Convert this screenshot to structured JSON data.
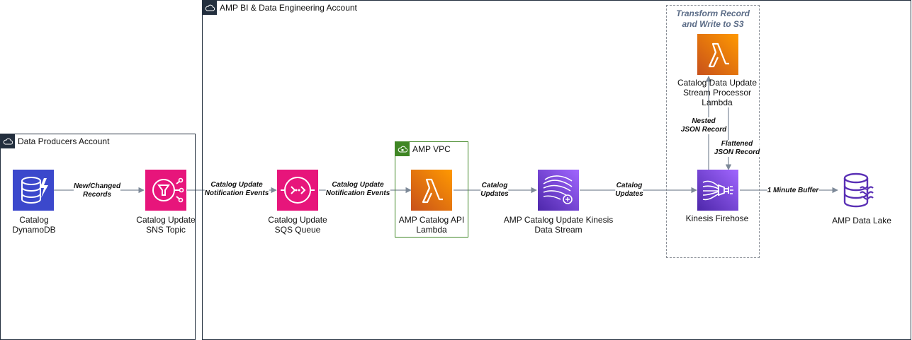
{
  "groups": {
    "producers": {
      "label": "Data Producers Account"
    },
    "bi": {
      "label": "AMP BI & Data Engineering Account"
    },
    "vpc": {
      "label": "AMP VPC"
    },
    "transform": {
      "title_line1": "Transform Record",
      "title_line2": "and Write to S3"
    }
  },
  "nodes": {
    "dynamodb": {
      "line1": "Catalog",
      "line2": "DynamoDB",
      "icon": "dynamodb-icon",
      "color": "#3b48cc"
    },
    "sns": {
      "line1": "Catalog Update",
      "line2": "SNS Topic",
      "icon": "sns-icon",
      "color": "#e7157b"
    },
    "sqs": {
      "line1": "Catalog Update",
      "line2": "SQS Queue",
      "icon": "sqs-icon",
      "color": "#e7157b"
    },
    "api_lambda": {
      "line1": "AMP Catalog API",
      "line2": "Lambda",
      "icon": "lambda-icon",
      "color": "#ed7100"
    },
    "kinesis": {
      "line1": "AMP Catalog Update Kinesis",
      "line2": "Data Stream",
      "icon": "kinesis-data-stream-icon",
      "color": "#8c4fff"
    },
    "processor_lambda": {
      "line1": "Catalog Data Update",
      "line2": "Stream Processor",
      "line3": "Lambda",
      "icon": "lambda-icon",
      "color": "#ed7100"
    },
    "firehose": {
      "line1": "Kinesis Firehose",
      "icon": "kinesis-firehose-icon",
      "color": "#8c4fff"
    },
    "datalake": {
      "line1": "AMP Data Lake",
      "icon": "data-lake-icon",
      "color": "#5a30b5"
    }
  },
  "edges": {
    "e1": {
      "line1": "New/Changed",
      "line2": "Records"
    },
    "e2": {
      "line1": "Catalog Update",
      "line2": "Notification Events"
    },
    "e3": {
      "line1": "Catalog Update",
      "line2": "Notification Events"
    },
    "e4": {
      "line1": "Catalog",
      "line2": "Updates"
    },
    "e5": {
      "line1": "Catalog",
      "line2": "Updates"
    },
    "e6": {
      "line1": "Nested",
      "line2": "JSON Record"
    },
    "e7": {
      "line1": "Flattened",
      "line2": "JSON Record"
    },
    "e8": {
      "line1": "1 Minute Buffer"
    }
  },
  "colors": {
    "account_border": "#232f3e",
    "vpc_border": "#3f8624",
    "edge": "#7d8998"
  }
}
